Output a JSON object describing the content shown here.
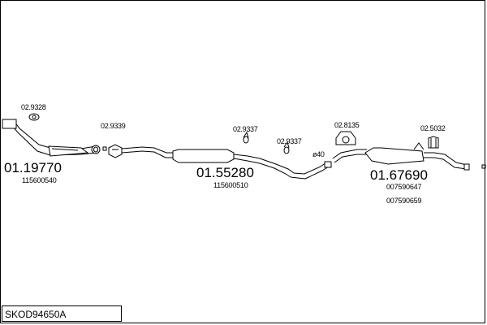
{
  "diagram": {
    "title": "SKOD94650A",
    "parts": [
      {
        "code": "01.19770",
        "ref": "115600540"
      },
      {
        "code": "01.55280",
        "ref": "115600510"
      },
      {
        "code": "01.67690",
        "ref": "007590647",
        "ref2": "007590659"
      }
    ],
    "accessories": [
      {
        "code": "02.9328"
      },
      {
        "code": "02.9339"
      },
      {
        "code": "02.9337"
      },
      {
        "code": "02.9337"
      },
      {
        "code": "02.8135"
      },
      {
        "code": "02.5032"
      }
    ],
    "diameter_label": "ø40"
  }
}
